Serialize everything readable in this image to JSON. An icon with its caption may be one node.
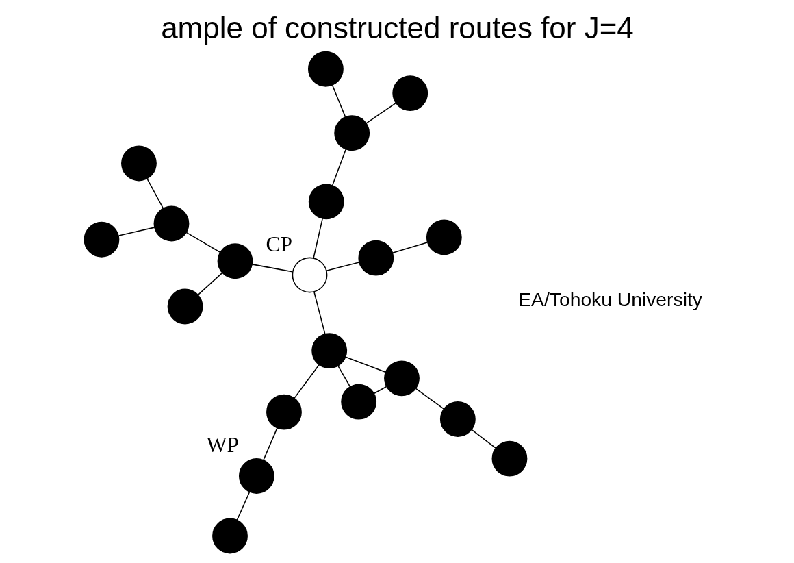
{
  "diagram": {
    "title": "ample of constructed routes for J=4",
    "nodes": [
      {
        "text": [],
        "shape": "circle"
      },
      {
        "text": [],
        "shape": "circle"
      },
      {
        "text": [],
        "shape": "circle"
      },
      {
        "text": [],
        "shape": "circle"
      },
      {
        "text": [],
        "shape": "circle"
      },
      {
        "text": [
          "WP"
        ]
      },
      {
        "text": [],
        "shape": "circle"
      },
      {
        "text": [],
        "shape": "circle"
      },
      {
        "text": [
          "CP"
        ]
      },
      {
        "text": [],
        "shape": "circle"
      },
      {
        "text": [],
        "shape": "circle"
      },
      {
        "text": [],
        "shape": "circle"
      },
      {
        "text": [],
        "shape": "circle"
      },
      {
        "text": [],
        "shape": "circle"
      },
      {
        "text": [],
        "shape": "circle"
      },
      {
        "text": [],
        "shape": "circle"
      },
      {
        "text": [],
        "shape": "circle"
      },
      {
        "text": [],
        "shape": "circle"
      },
      {
        "text": [],
        "shape": "circle"
      },
      {
        "text": [],
        "shape": "circle"
      }
    ],
    "edges": [
      {
        "from": 0,
        "to": 1,
        "arrow": "none"
      },
      {
        "from": 1,
        "to": 2,
        "arrow": "none"
      },
      {
        "from": 2,
        "to": 3,
        "arrow": "none"
      },
      {
        "from": 2,
        "to": 4,
        "arrow": "none"
      },
      {
        "from": 1,
        "to": 8,
        "arrow": "none"
      },
      {
        "from": 5,
        "to": 7,
        "arrow": "none"
      },
      {
        "from": 5,
        "to": 6,
        "arrow": "none"
      },
      {
        "from": 7,
        "to": 10,
        "arrow": "none"
      },
      {
        "from": 8,
        "to": 10,
        "arrow": "none"
      },
      {
        "from": 8,
        "to": 9,
        "arrow": "none"
      },
      {
        "from": 9,
        "to": 13,
        "arrow": "none"
      },
      {
        "from": 8,
        "to": 12,
        "arrow": "none"
      },
      {
        "from": 12,
        "to": 17,
        "arrow": "none"
      },
      {
        "from": 17,
        "to": 19,
        "arrow": "none"
      },
      {
        "from": 17,
        "to": 18,
        "arrow": "none"
      },
      {
        "from": 10,
        "to": 11,
        "arrow": "none"
      },
      {
        "from": 10,
        "to": 14,
        "arrow": "none"
      },
      {
        "from": 11,
        "to": 14,
        "arrow": "none"
      },
      {
        "from": 14,
        "to": 15,
        "arrow": "none"
      },
      {
        "from": 15,
        "to": 16,
        "arrow": "none"
      }
    ],
    "labels": [
      "EA/Tohoku University"
    ]
  }
}
